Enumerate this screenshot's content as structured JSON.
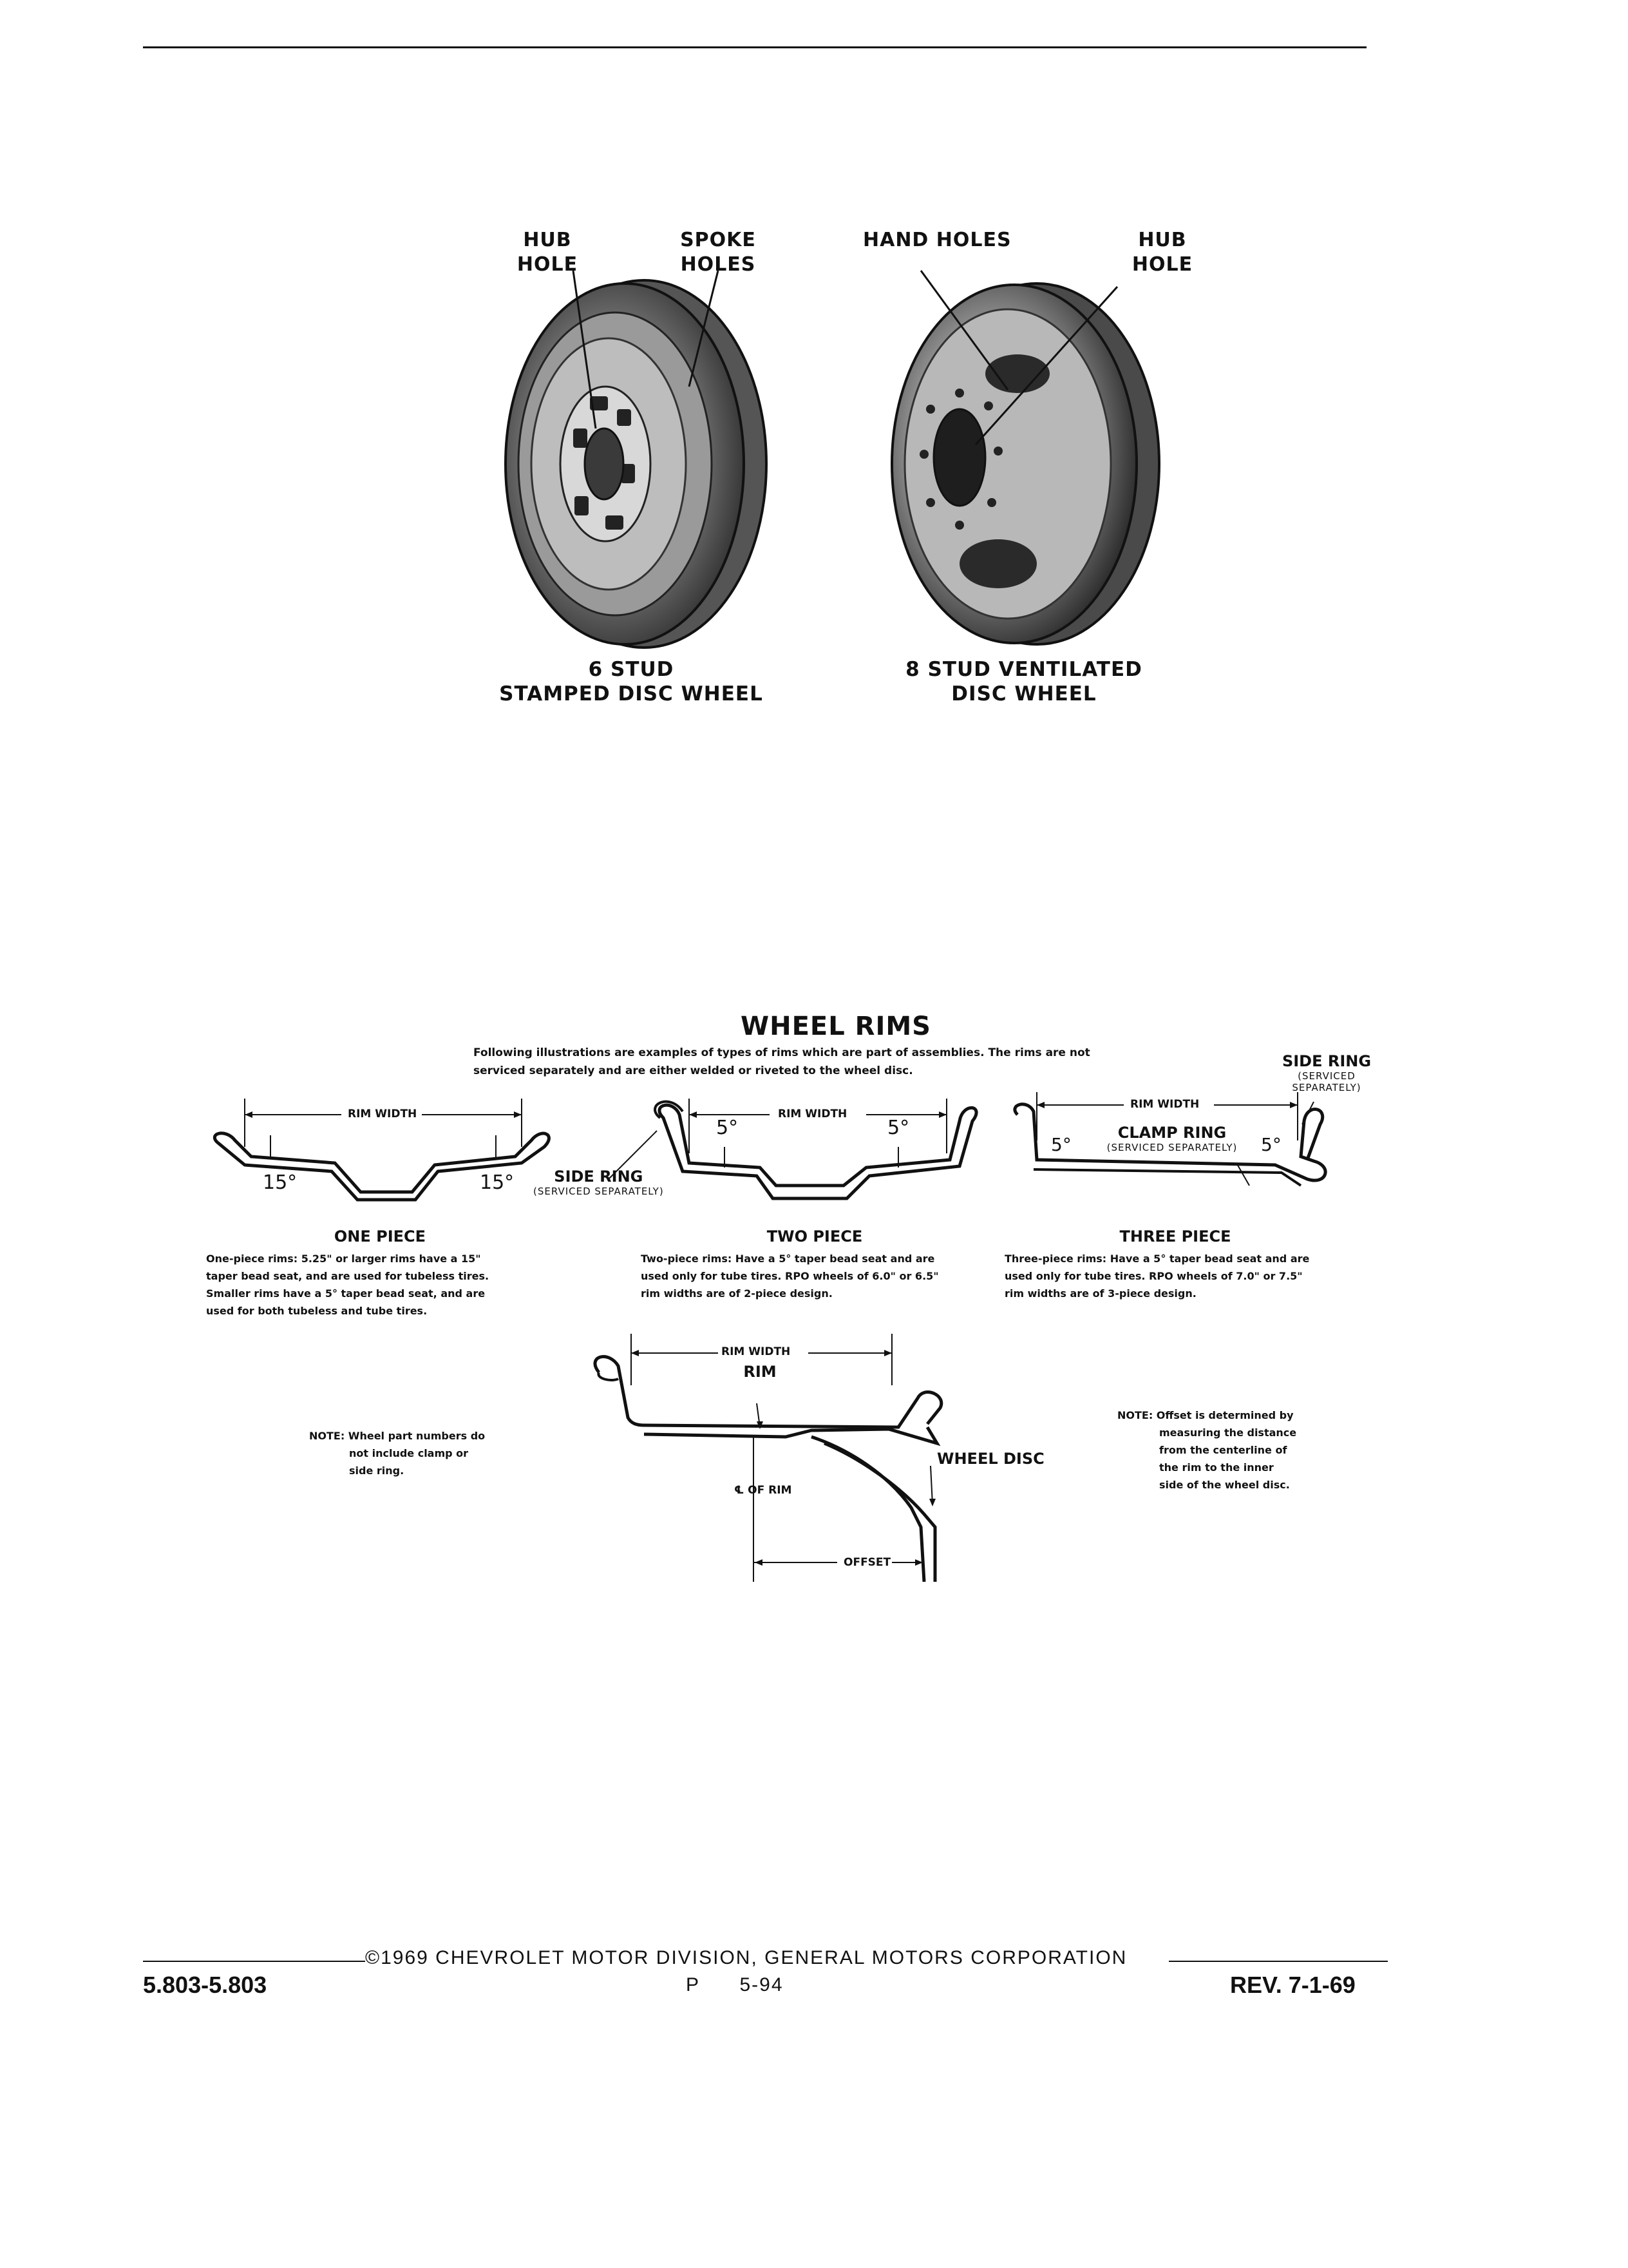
{
  "wheels": {
    "left": {
      "label_hub": [
        "HUB",
        "HOLE"
      ],
      "label_spoke": [
        "SPOKE",
        "HOLES"
      ],
      "caption": [
        "6 STUD",
        "STAMPED DISC WHEEL"
      ]
    },
    "right": {
      "label_hand": "HAND HOLES",
      "label_hub": [
        "HUB",
        "HOLE"
      ],
      "caption": [
        "8 STUD VENTILATED",
        "DISC WHEEL"
      ]
    }
  },
  "rims": {
    "title": "WHEEL RIMS",
    "intro": [
      "Following illustrations are examples of types of rims which are part of assemblies. The rims are not",
      "serviced separately and are either welded or riveted to the wheel disc."
    ],
    "side_ring_top": "SIDE RING",
    "side_ring_top_sub": "(SERVICED SEPARATELY)",
    "rim_width": "RIM WIDTH",
    "angle_15": "15°",
    "angle_5": "5°",
    "side_ring": "SIDE RING",
    "side_ring_sub": "(SERVICED SEPARATELY)",
    "clamp_ring": "CLAMP RING",
    "clamp_ring_sub": "(SERVICED SEPARATELY)",
    "one_piece": {
      "title": "ONE PIECE",
      "desc": [
        "One-piece rims: 5.25\" or larger rims have a 15\"",
        "taper bead seat, and are used for tubeless tires.",
        "Smaller rims have a 5° taper bead seat, and are",
        "used for both tubeless and tube tires."
      ]
    },
    "two_piece": {
      "title": "TWO PIECE",
      "desc": [
        "Two-piece rims: Have a 5° taper bead seat and are",
        "used only for tube tires. RPO wheels of 6.0\" or 6.5\"",
        "rim widths are of 2-piece design."
      ]
    },
    "three_piece": {
      "title": "THREE PIECE",
      "desc": [
        "Three-piece rims: Have a 5° taper bead seat and are",
        "used only for tube tires. RPO wheels of 7.0\" or 7.5\"",
        "rim widths are of 3-piece design."
      ]
    }
  },
  "offset_diagram": {
    "rim_width": "RIM WIDTH",
    "rim": "RIM",
    "wheel_disc": "WHEEL DISC",
    "cl_of_rim": "℄ OF RIM",
    "offset": "OFFSET"
  },
  "notes": {
    "left": [
      "NOTE: Wheel part numbers do",
      "not include clamp or",
      "side ring."
    ],
    "right": [
      "NOTE: Offset is determined by",
      "measuring the distance",
      "from the centerline of",
      "the rim to the inner",
      "side of the wheel disc."
    ]
  },
  "footer": {
    "copyright": "©1969 CHEVROLET MOTOR DIVISION, GENERAL MOTORS CORPORATION",
    "left": "5.803-5.803",
    "center": "P      5-94",
    "right": "REV. 7-1-69"
  }
}
